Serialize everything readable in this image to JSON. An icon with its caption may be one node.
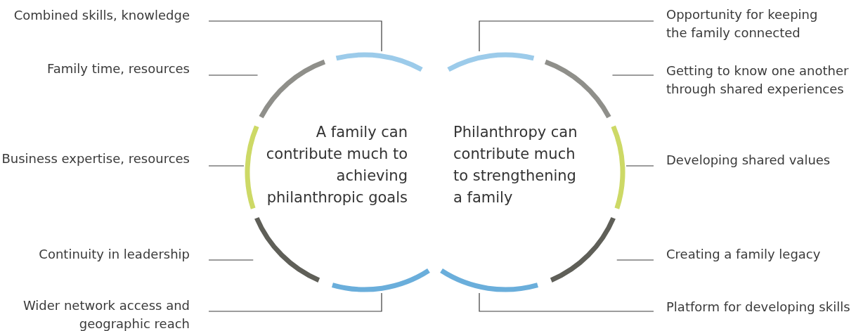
{
  "diagram": {
    "nodes": [
      {
        "text": [
          "Combined skills, knowledge"
        ]
      },
      {
        "text": [
          "Opportunity for keeping the family connected"
        ]
      },
      {
        "text": [
          "Family time, resources"
        ]
      },
      {
        "text": [
          "Getting to know one another through shared experiences"
        ]
      },
      {
        "text": [
          "Business expertise, resources"
        ]
      },
      {
        "text": [
          "Developing shared values"
        ]
      },
      {
        "text": [
          "Continuity in leadership"
        ]
      },
      {
        "text": [
          "Creating a family legacy"
        ]
      },
      {
        "text": [
          "Wider network access and geographic reach"
        ]
      },
      {
        "text": [
          "Platform for developing skills"
        ]
      },
      {
        "text": [],
        "shape": "arc"
      },
      {
        "text": [],
        "shape": "arc"
      },
      {
        "text": [],
        "shape": "arc"
      },
      {
        "text": [],
        "shape": "arc"
      },
      {
        "text": [],
        "shape": "arc"
      },
      {
        "text": [],
        "shape": "arc"
      },
      {
        "text": [],
        "shape": "arc"
      },
      {
        "text": [],
        "shape": "arc"
      },
      {
        "text": [],
        "shape": "arc"
      },
      {
        "text": [],
        "shape": "arc"
      }
    ],
    "edges": [
      {
        "from": 0,
        "to": 10,
        "arrow": "none"
      },
      {
        "from": 1,
        "to": 15,
        "arrow": "none"
      },
      {
        "from": 2,
        "to": 11,
        "arrow": "none"
      },
      {
        "from": 3,
        "to": 16,
        "arrow": "none"
      },
      {
        "from": 4,
        "to": 12,
        "arrow": "none"
      },
      {
        "from": 5,
        "to": 17,
        "arrow": "none"
      },
      {
        "from": 6,
        "to": 13,
        "arrow": "none"
      },
      {
        "from": 7,
        "to": 18,
        "arrow": "none"
      },
      {
        "from": 8,
        "to": 14,
        "arrow": "none"
      },
      {
        "from": 9,
        "to": 19,
        "arrow": "none"
      }
    ],
    "labels": [
      "A family can contribute much to achieving philanthropic goals",
      "Philanthropy can contribute much to strengthening a family"
    ]
  }
}
